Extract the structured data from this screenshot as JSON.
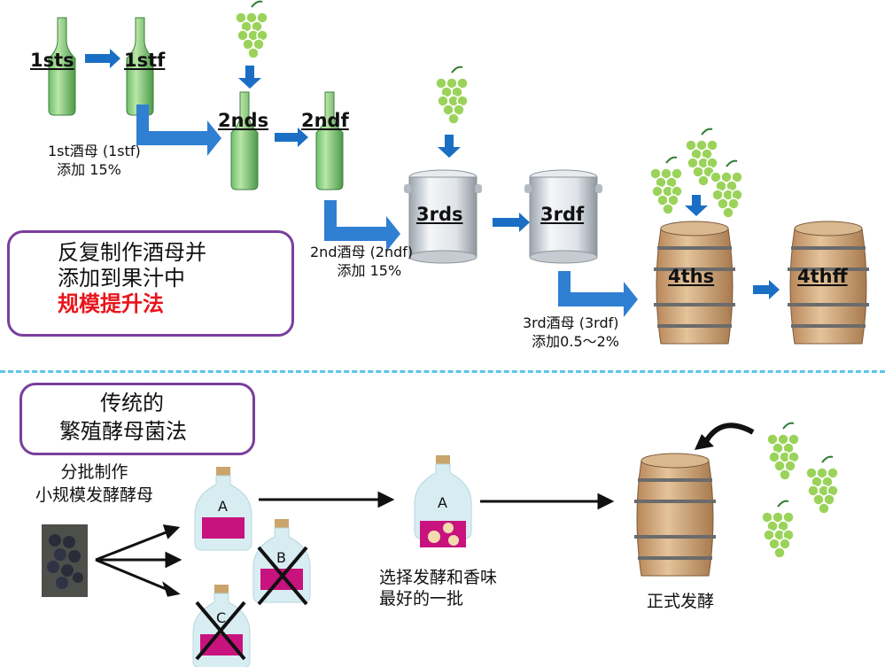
{
  "top": {
    "stage1": {
      "start": "1sts",
      "final": "1stf"
    },
    "stage2": {
      "start": "2nds",
      "final": "2ndf"
    },
    "stage3": {
      "start": "3rds",
      "final": "3rdf"
    },
    "stage4": {
      "start": "4ths",
      "final": "4thff"
    },
    "note1": "1st酒母 (1stf)\n  添加 15%",
    "note2": "2nd酒母 (2ndf)\n      添加 15%",
    "note3": "3rd酒母 (3rdf)\n  添加0.5～2%",
    "method_box": {
      "line1": "反复制作酒母并",
      "line2": "添加到果汁中",
      "line3": "规模提升法",
      "highlight_color": "#e8151b"
    }
  },
  "bottom": {
    "method_box": {
      "line1": "传统的",
      "line2": "繁殖酵母菌法"
    },
    "batch_label": "分批制作\n小规模发酵酵母",
    "bottle_a": "A",
    "bottle_b": "B",
    "bottle_c": "C",
    "chosen_bottle": "A",
    "select_label": "选择发酵和香味\n最好的一批",
    "final_label": "正式发酵"
  },
  "colors": {
    "arrow_blue": "#1a6fc4",
    "box_border": "#7a3e9d",
    "divider": "#5ec3e8",
    "liquid": "#c8127e",
    "grape": "#9bd35a"
  }
}
